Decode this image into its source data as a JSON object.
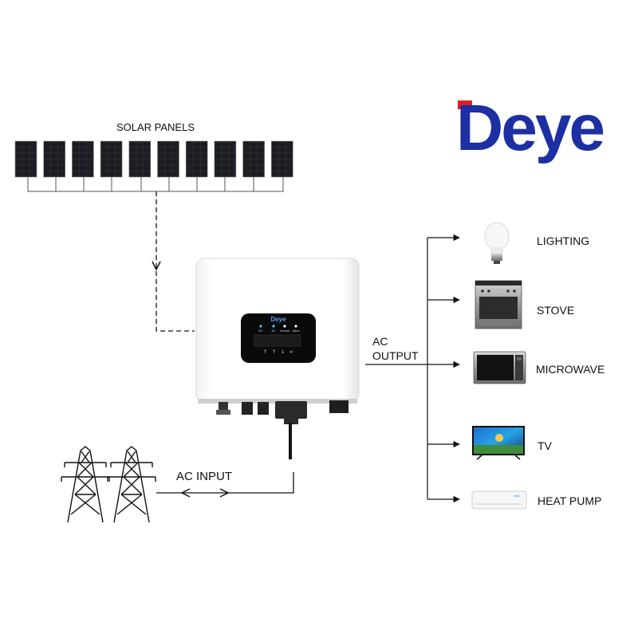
{
  "brand": {
    "name": "Deye",
    "primary_color": "#1c2fa3",
    "accent_color": "#e31b23"
  },
  "sources": {
    "solar_label": "SOLAR PANELS",
    "solar_panel_count": 10,
    "ac_input_label": "AC INPUT",
    "pylon_count": 2
  },
  "inverter": {
    "logo": "Deye",
    "indicators": [
      "DC",
      "AC",
      "Normal",
      "Alarm"
    ],
    "body_color": "#ffffff",
    "screen_color": "#0a0a0a"
  },
  "output": {
    "label_line1": "AC",
    "label_line2": "OUTPUT",
    "loads": [
      {
        "name": "LIGHTING",
        "icon": "light-bulb-icon"
      },
      {
        "name": "STOVE",
        "icon": "stove-icon"
      },
      {
        "name": "MICROWAVE",
        "icon": "microwave-icon"
      },
      {
        "name": "TV",
        "icon": "tv-icon"
      },
      {
        "name": "HEAT PUMP",
        "icon": "heat-pump-icon"
      }
    ]
  }
}
